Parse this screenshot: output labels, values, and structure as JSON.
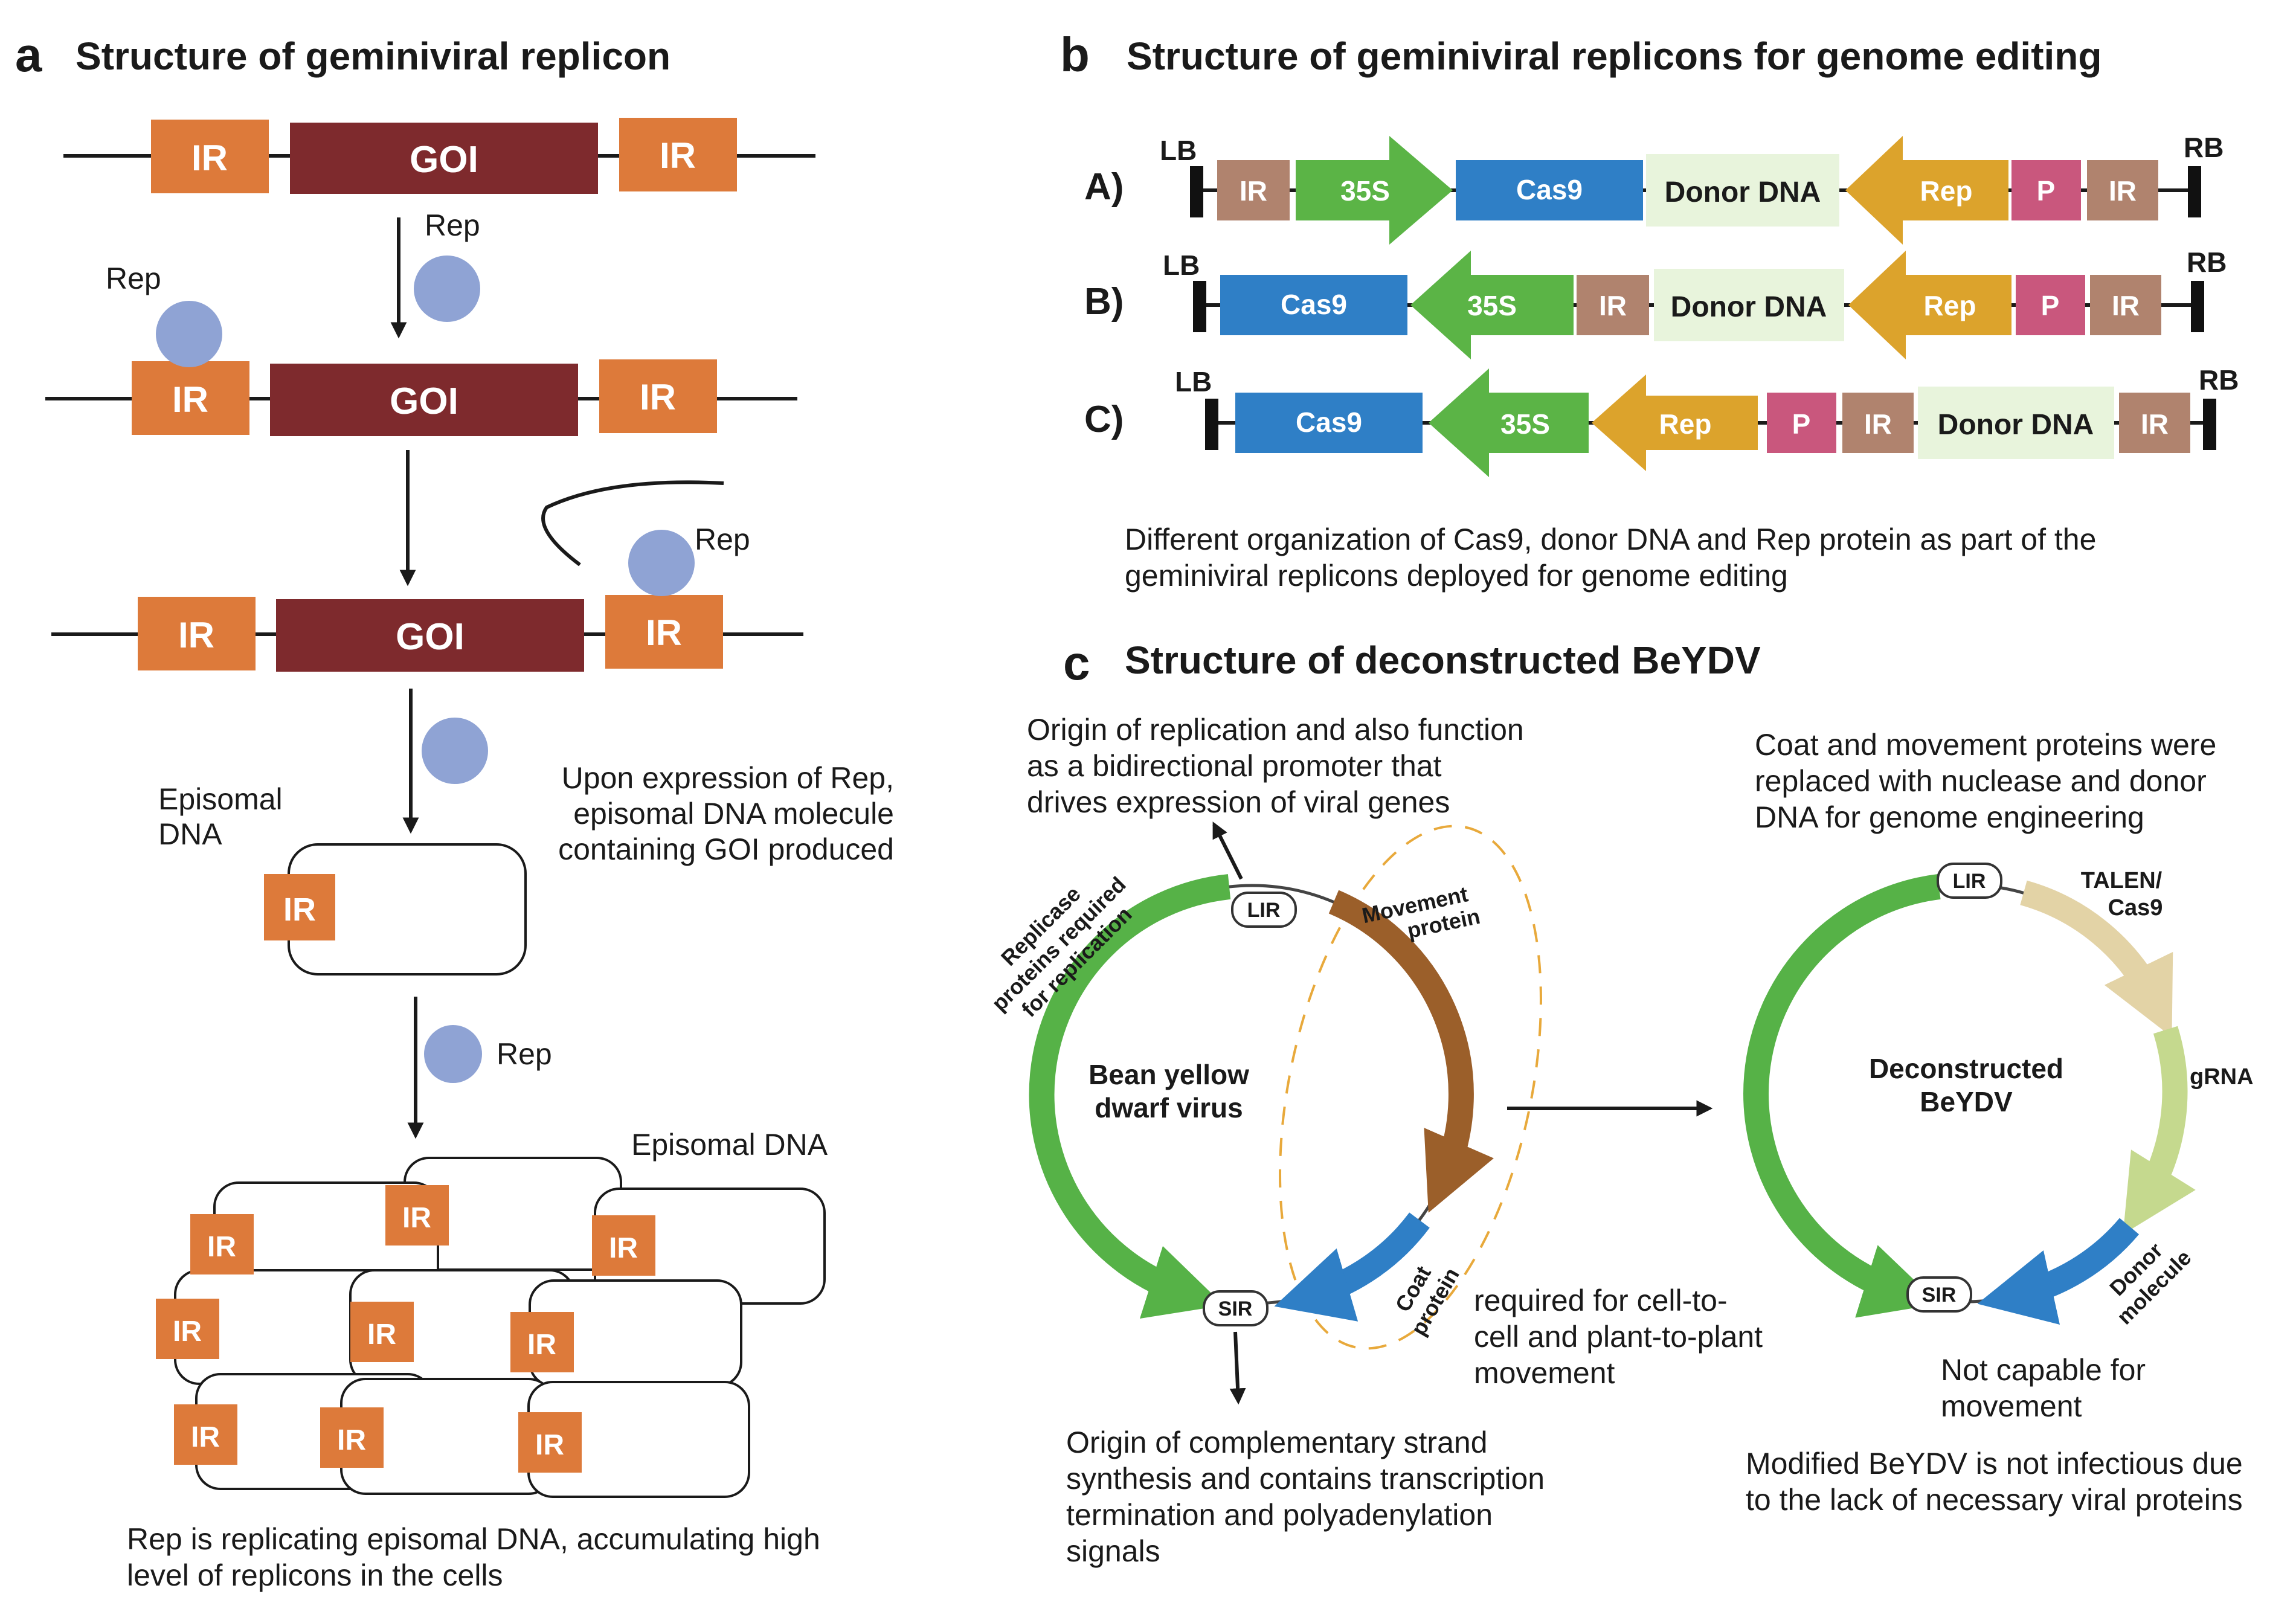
{
  "panel_a": {
    "letter": "a",
    "title": "Structure of geminiviral replicon",
    "ir": "IR",
    "goi": "GOI",
    "rep": "Rep",
    "episomal_dna": "Episomal DNA",
    "episomal_dna_l1": "Episomal",
    "episomal_dna_l2": "DNA",
    "note_l1": "Upon expression of Rep,",
    "note_l2": "episomal DNA molecule",
    "note_l3": "containing GOI produced",
    "caption_l1": "Rep is replicating episomal DNA, accumulating high",
    "caption_l2": "level of replicons in the cells"
  },
  "panel_b": {
    "letter": "b",
    "title": "Structure of geminiviral replicons for genome editing",
    "lb": "LB",
    "rb": "RB",
    "rows": [
      {
        "label": "A)",
        "parts": [
          "IR",
          "35S",
          "Cas9",
          "Donor DNA",
          "Rep",
          "P",
          "IR"
        ]
      },
      {
        "label": "B)",
        "parts": [
          "Cas9",
          "35S",
          "IR",
          "Donor DNA",
          "Rep",
          "P",
          "IR"
        ]
      },
      {
        "label": "C)",
        "parts": [
          "Cas9",
          "35S",
          "Rep",
          "P",
          "IR",
          "Donor DNA",
          "IR"
        ]
      }
    ],
    "caption_l1": "Different organization of Cas9, donor DNA and Rep protein as part of the",
    "caption_l2": "geminiviral replicons deployed for genome editing"
  },
  "panel_c": {
    "letter": "c",
    "title": "Structure of deconstructed BeYDV",
    "lir": "LIR",
    "sir": "SIR",
    "lir_note_l1": "Origin of replication and also function",
    "lir_note_l2": "as a bidirectional promoter that",
    "lir_note_l3": "drives expression of viral genes",
    "replicase_l1": "Replicase",
    "replicase_l2": "proteins required",
    "replicase_l3": "for replication",
    "movement_l1": "Movement",
    "movement_l2": "protein",
    "coat_l1": "Coat",
    "coat_l2": "protein",
    "virus_l1": "Bean yellow",
    "virus_l2": "dwarf virus",
    "movement_note_l1": "required for cell-to-",
    "movement_note_l2": "cell and plant-to-plant",
    "movement_note_l3": "movement",
    "sir_note_l1": "Origin of complementary strand",
    "sir_note_l2": "synthesis and contains transcription",
    "sir_note_l3": "termination and polyadenylation",
    "sir_note_l4": "signals",
    "replaced_l1": "Coat and movement proteins were",
    "replaced_l2": "replaced with nuclease and donor",
    "replaced_l3": "DNA for genome engineering",
    "talen_l1": "TALEN/",
    "talen_l2": "Cas9",
    "grna": "gRNA",
    "donor_l1": "Donor",
    "donor_l2": "molecule",
    "decon_l1": "Deconstructed",
    "decon_l2": "BeYDV",
    "not_capable_l1": "Not capable for",
    "not_capable_l2": "movement",
    "modified_l1": "Modified BeYDV is not infectious due",
    "modified_l2": "to the lack of necessary viral proteins"
  },
  "colors": {
    "ir_orange": "#DD7A3A",
    "goi_maroon": "#7E2A2D",
    "rep_circle": "#8FA3D4",
    "ir_brown": "#B0836E",
    "promoter_35s_green": "#5BB446",
    "cas9_blue": "#2F7FC6",
    "donor_pale": "#E8F4DC",
    "rep_gold": "#DCA32C",
    "p_pink": "#C9577D",
    "arc_green": "#56B247",
    "movement_brown": "#9B5F2A",
    "coat_blue": "#2F7FC6",
    "talen_tan": "#E3D3A6",
    "grna_sage": "#C5D98E",
    "dashed_orange": "#E8A93B"
  }
}
